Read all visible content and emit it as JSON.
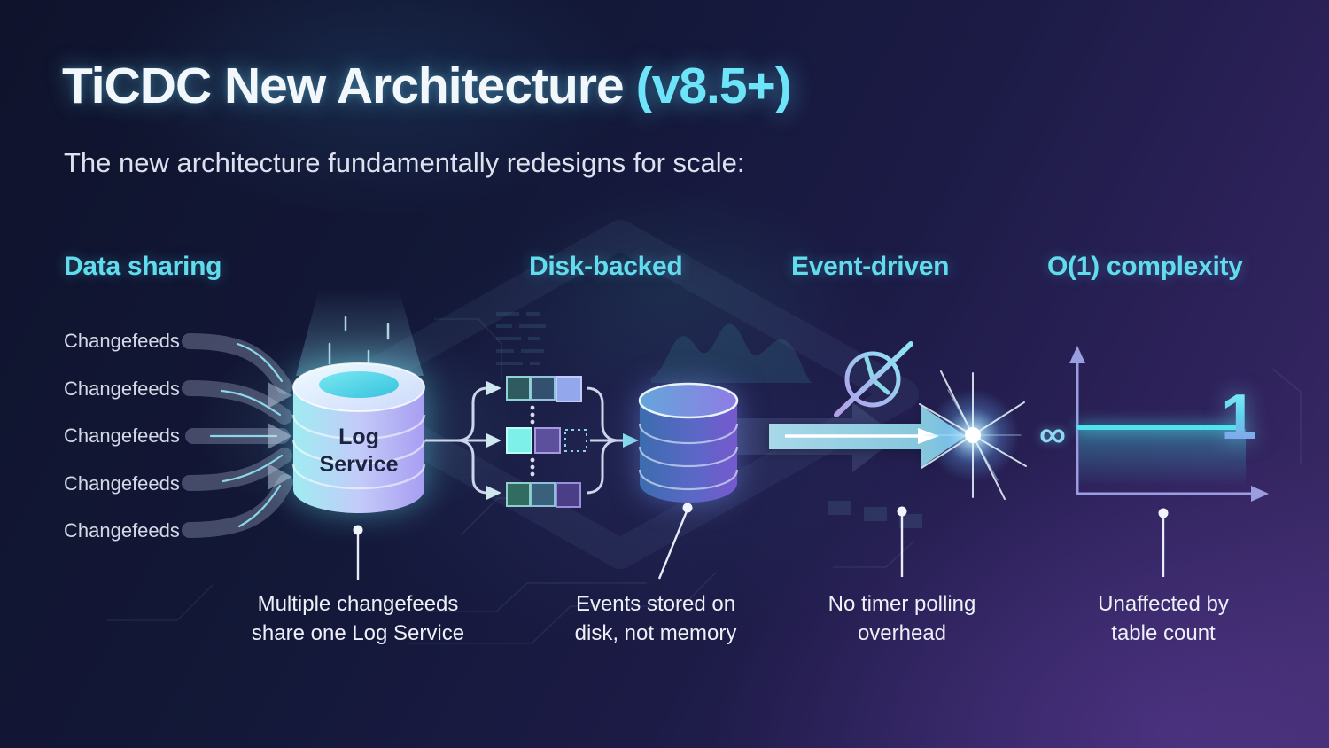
{
  "header": {
    "title_main": "TiCDC New Architecture",
    "title_version": "(v8.5+)",
    "subtitle": "The new architecture fundamentally redesigns for scale:"
  },
  "columns": {
    "data_sharing": {
      "heading": "Data sharing",
      "changefeeds": [
        "Changefeeds",
        "Changefeeds",
        "Changefeeds",
        "Changefeeds",
        "Changefeeds"
      ],
      "log_cylinder": {
        "line1": "Log",
        "line2": "Service"
      },
      "caption": {
        "line1": "Multiple changefeeds",
        "line2": "share one Log Service"
      }
    },
    "disk_backed": {
      "heading": "Disk-backed",
      "caption": {
        "line1": "Events stored on",
        "line2": "disk, not memory"
      }
    },
    "event_driven": {
      "heading": "Event-driven",
      "caption": {
        "line1": "No timer polling",
        "line2": "overhead"
      }
    },
    "o1_complexity": {
      "heading": "O(1) complexity",
      "graph": {
        "y_axis_symbol": "∞",
        "value_label": "1"
      },
      "caption": {
        "line1": "Unaffected by",
        "line2": "table count"
      }
    }
  },
  "colors": {
    "accent_cyan": "#62dcec",
    "title_text": "#f2f7fb",
    "version_cyan": "#6ee4f8",
    "caption_text": "#eef0f8",
    "background_navy": "#131838",
    "background_purple": "#3c2a68",
    "flat_line_cyan": "#4fe3f0",
    "axis_lavender": "#9a9ee0"
  }
}
